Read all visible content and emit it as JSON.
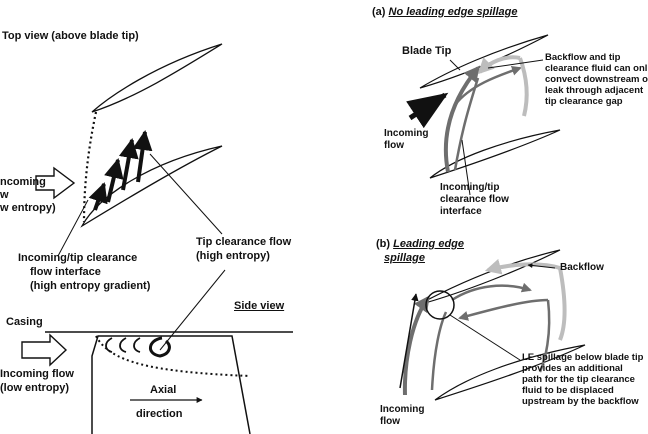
{
  "left": {
    "top_view_title": "Top view (above blade tip)",
    "incoming_lines": [
      "ncoming",
      "w",
      "w entropy)"
    ],
    "interface_lines": [
      "Incoming/tip clearance",
      "flow interface",
      "(high entropy gradient)"
    ],
    "tip_flow_lines": [
      "Tip clearance flow",
      "(high entropy)"
    ],
    "side_view_title": "Side view",
    "casing": "Casing",
    "incoming_side_lines": [
      "Incoming flow",
      "(low entropy)"
    ],
    "axial": "Axial",
    "direction": "direction"
  },
  "right_a": {
    "prefix": "(a) ",
    "title": "No leading edge spillage",
    "blade_tip": "Blade Tip",
    "backflow_lines": [
      "Backflow and tip",
      "clearance fluid can onl",
      "convect downstream o",
      "leak  through adjacent",
      "tip clearance gap"
    ],
    "incoming_lines": [
      "Incoming",
      "flow"
    ],
    "interface_lines": [
      "Incoming/tip",
      "clearance flow",
      "interface"
    ]
  },
  "right_b": {
    "prefix": "(b) ",
    "title_line1": "Leading edge",
    "title_line2": "spillage",
    "backflow": "Backflow",
    "le_lines": [
      "LE spillage below blade tip",
      "provides an additional",
      "path for the tip clearance",
      "fluid to be displaced",
      "upstream by the  backflow"
    ],
    "incoming_lines": [
      "Incoming",
      "flow"
    ]
  },
  "colors": {
    "ink": "#111111",
    "mid_gray": "#6e6e6e",
    "light_gray": "#bdbdbd"
  }
}
